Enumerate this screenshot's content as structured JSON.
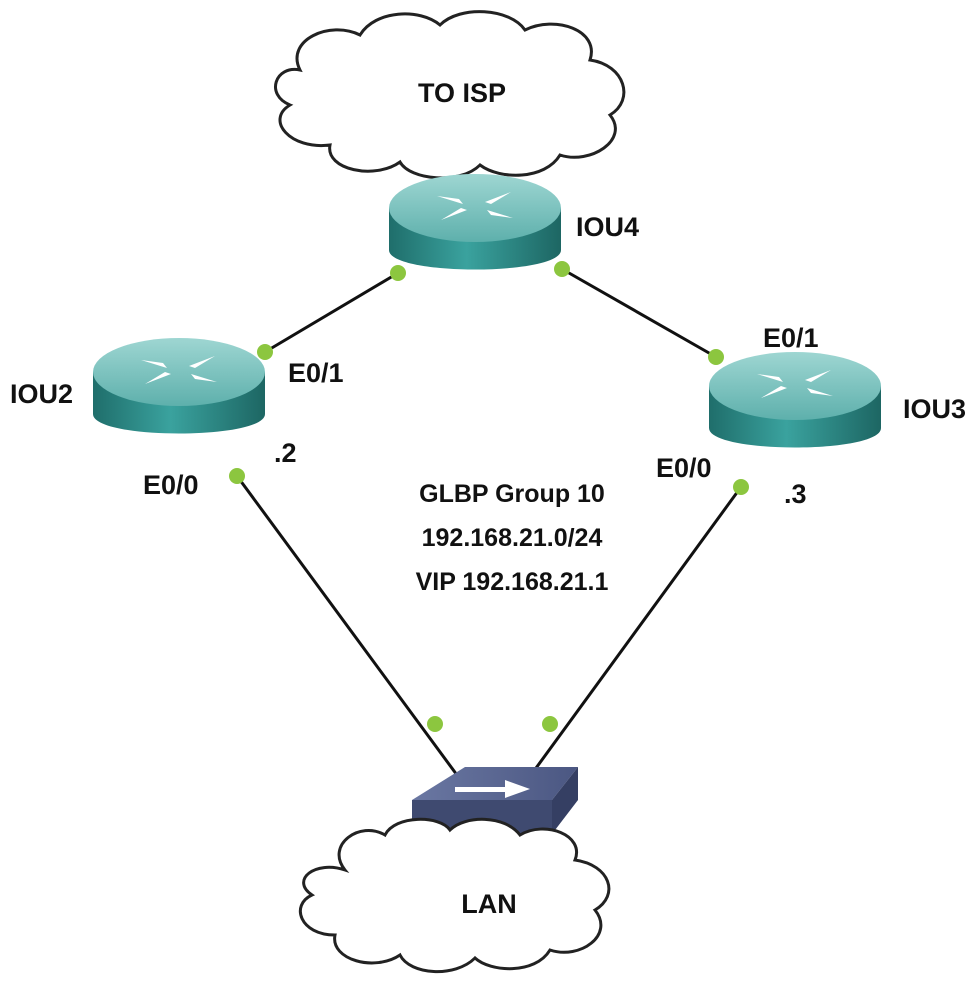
{
  "clouds": {
    "isp": "TO ISP",
    "lan": "LAN"
  },
  "routers": {
    "iou4": "IOU4",
    "iou2": "IOU2",
    "iou3": "IOU3"
  },
  "interfaces": {
    "iou2_e01": "E0/1",
    "iou2_e00": "E0/0",
    "iou2_ip": ".2",
    "iou3_e01": "E0/1",
    "iou3_e00": "E0/0",
    "iou3_ip": ".3"
  },
  "glbp": {
    "group": "GLBP Group 10",
    "subnet": "192.168.21.0/24",
    "vip": "VIP 192.168.21.1"
  },
  "colors": {
    "router_body": "#2e8a87",
    "router_top": "#7cc4c0",
    "switch_top": "#5a6690",
    "switch_front": "#3f4a70",
    "link": "#111111",
    "port_dot": "#8cc63f",
    "cloud_fill": "#ffffff",
    "cloud_stroke": "#222222"
  }
}
